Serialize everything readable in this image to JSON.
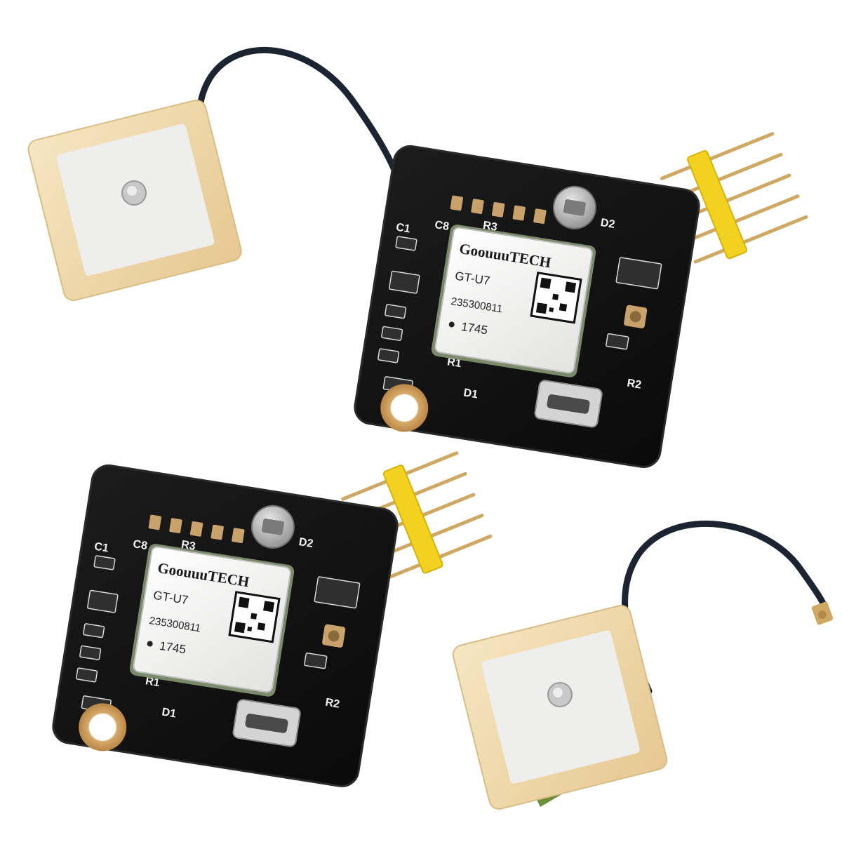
{
  "colors": {
    "pcb": "#111111",
    "pcb_edge": "#2a2a2a",
    "silk": "#f2f2f2",
    "gold": "#c9a26b",
    "shield": "#f7f7f5",
    "ceramic": "#f1dcb0",
    "ceramic_edge": "#d9bd86",
    "antenna_patch": "#eeeeec",
    "cable": "#1b2430",
    "header_plastic": "#f3d21f",
    "pin_gold": "#cfa963"
  },
  "modules": [
    {
      "brand": "GoouuuTECH",
      "model": "GT-U7",
      "serial": "235300811",
      "date": "1745",
      "silk_labels": [
        "C1",
        "C8",
        "R3",
        "R2",
        "D2",
        "D1",
        "R1"
      ]
    },
    {
      "brand": "GoouuuTECH",
      "model": "GT-U7",
      "serial": "235300811",
      "date": "1745",
      "silk_labels": [
        "C1",
        "C8",
        "R3",
        "R2",
        "D2",
        "D1",
        "R1"
      ]
    }
  ],
  "icons": {
    "antenna": "ceramic-patch-antenna-icon",
    "header": "pin-header-icon",
    "battery": "coin-cell-battery-icon",
    "usb": "micro-usb-port-icon"
  }
}
